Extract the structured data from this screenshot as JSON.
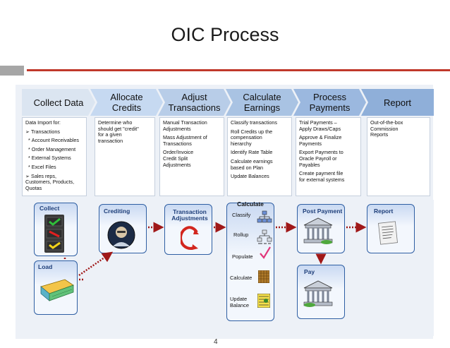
{
  "slide": {
    "title": "OIC Process",
    "page_number": "4"
  },
  "phases": [
    {
      "label": "Collect Data",
      "color": "#dbe5f1"
    },
    {
      "label": "Allocate\nCredits",
      "color": "#c6d9f1"
    },
    {
      "label": "Adjust\nTransactions",
      "color": "#b8cde8"
    },
    {
      "label": "Calculate\nEarnings",
      "color": "#a9c3e3"
    },
    {
      "label": "Process\nPayments",
      "color": "#9bb8df"
    },
    {
      "label": "Report",
      "color": "#8fafd9"
    }
  ],
  "descriptions": {
    "collect": [
      {
        "t": "Data Import for:",
        "k": ""
      },
      {
        "t": "Transactions",
        "k": "b"
      },
      {
        "t": "Account Receivables",
        "k": "s"
      },
      {
        "t": "Order Management",
        "k": "s"
      },
      {
        "t": "External Systems",
        "k": "s"
      },
      {
        "t": "Excel Files",
        "k": "s"
      },
      {
        "t": "Sales reps,\nCustomers, Products,\nQuotas",
        "k": "b"
      }
    ],
    "allocate": [
      {
        "t": "Determine who\nshould get \"credit\"\nfor a given\ntransaction",
        "k": ""
      }
    ],
    "adjust": [
      {
        "t": "Manual Transaction\nAdjustments",
        "k": ""
      },
      {
        "t": "Mass Adjustment of\nTransactions",
        "k": ""
      },
      {
        "t": "Order/Invoice\nCredit Split\nAdjustments",
        "k": ""
      }
    ],
    "calculate": [
      {
        "t": "Classify transactions",
        "k": ""
      },
      {
        "t": "Roll Credits up the\ncompensation\nhierarchy",
        "k": ""
      },
      {
        "t": "Identify Rate Table",
        "k": ""
      },
      {
        "t": "Calculate earnings\nbased on Plan",
        "k": ""
      },
      {
        "t": "Update Balances",
        "k": ""
      }
    ],
    "payments": [
      {
        "t": "Trial Payments –\nApply Draws/Caps",
        "k": ""
      },
      {
        "t": "Approve & Finalize\nPayments",
        "k": ""
      },
      {
        "t": "Export Payments to\nOracle Payroll or\nPayables",
        "k": ""
      },
      {
        "t": "Create payment file\nfor external systems",
        "k": ""
      }
    ],
    "report": [
      {
        "t": "Out-of-the-box\nCommission\nReports",
        "k": ""
      }
    ]
  },
  "flow": {
    "collect": "Collect",
    "load": "Load",
    "crediting": "Crediting",
    "transaction_adjustments": "Transaction\nAdjustments",
    "calculate_title": "Calculate",
    "calc_steps": [
      "Classify",
      "Rollup",
      "Populate",
      "Calculate",
      "Update\nBalance"
    ],
    "post_payment": "Post Payment",
    "pay": "Pay",
    "report": "Report"
  },
  "colors": {
    "accent_red": "#c0392b",
    "dotted_arrow": "#a01818",
    "box_border": "#2f5fa3"
  }
}
